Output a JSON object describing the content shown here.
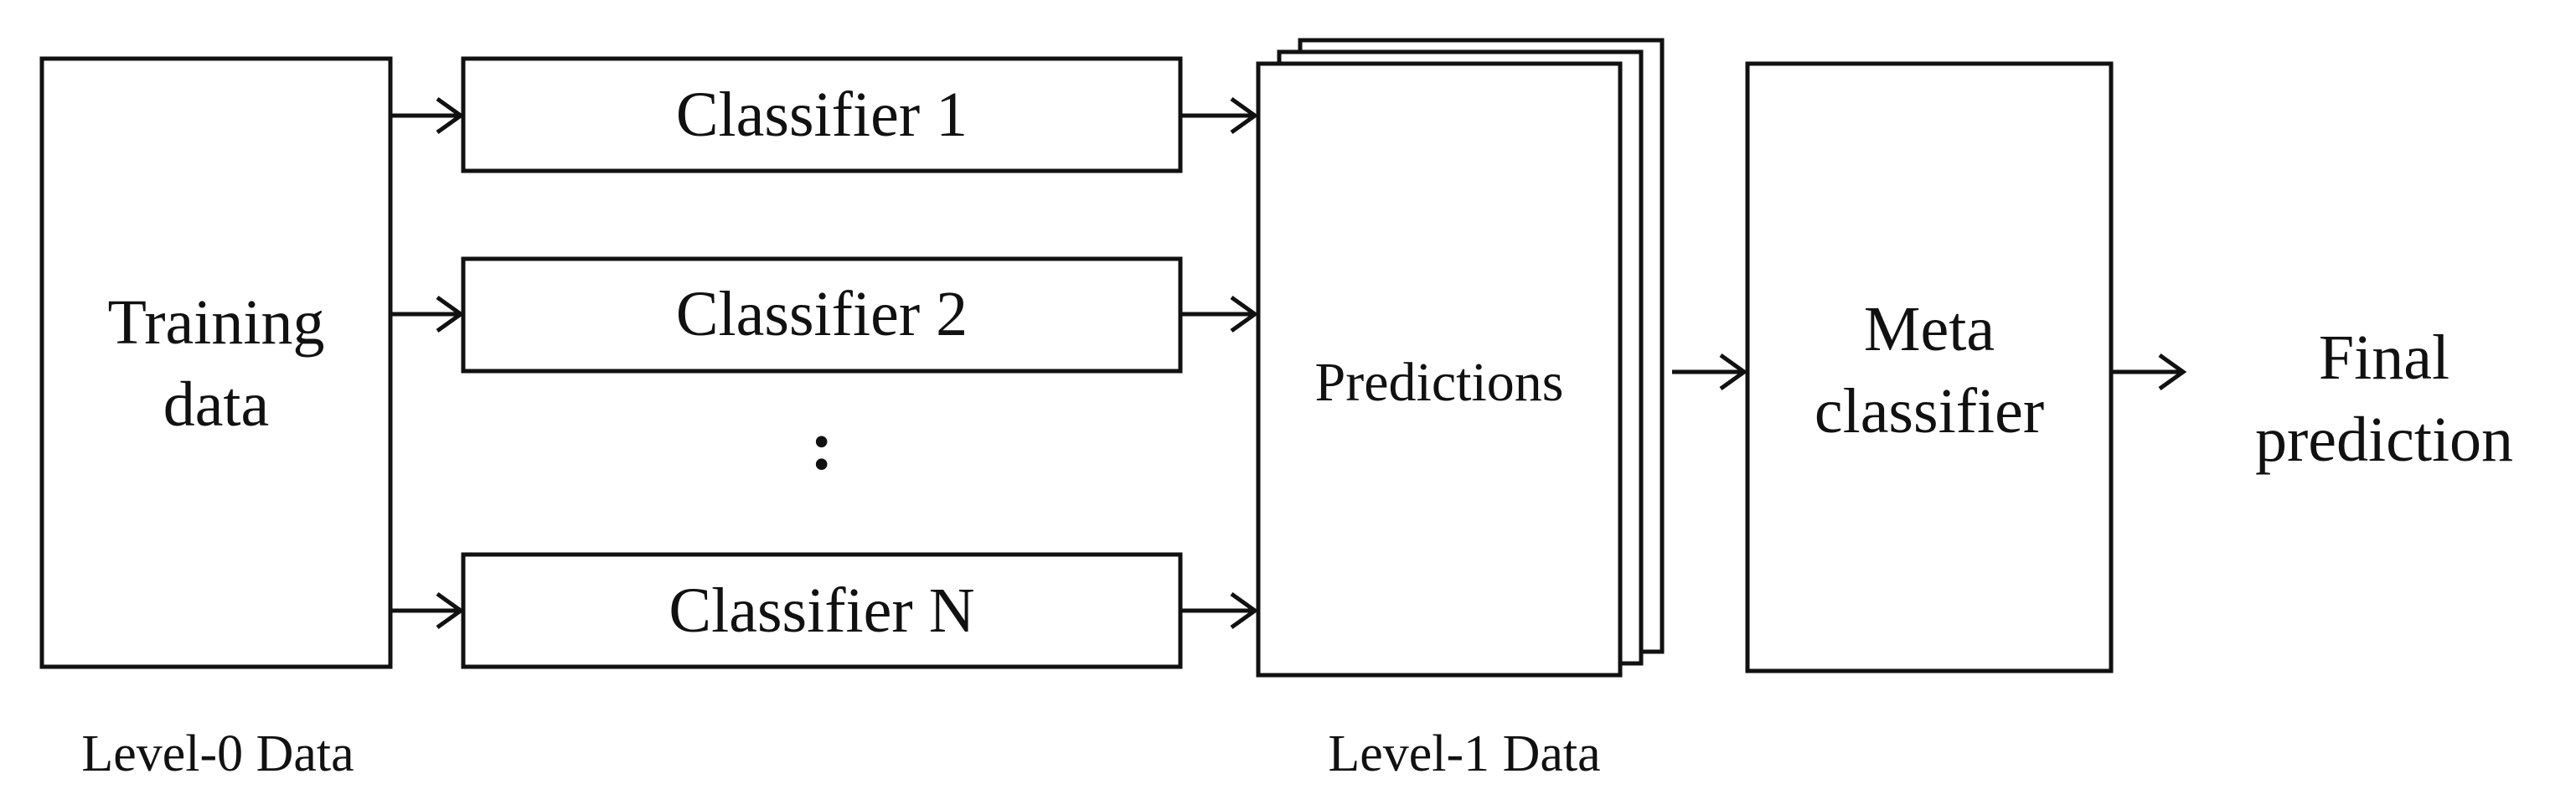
{
  "nodes": {
    "training_data": {
      "line1": "Training",
      "line2": "data"
    },
    "classifier_1": {
      "label": "Classifier 1"
    },
    "classifier_2": {
      "label": "Classifier 2"
    },
    "ellipsis": {
      "label": ":"
    },
    "classifier_n": {
      "label": "Classifier N"
    },
    "predictions": {
      "label": "Predictions"
    },
    "meta_classifier": {
      "line1": "Meta",
      "line2": "classifier"
    },
    "final_prediction": {
      "line1": "Final",
      "line2": "prediction"
    }
  },
  "captions": {
    "level0": "Level-0 Data",
    "level1": "Level-1 Data"
  }
}
